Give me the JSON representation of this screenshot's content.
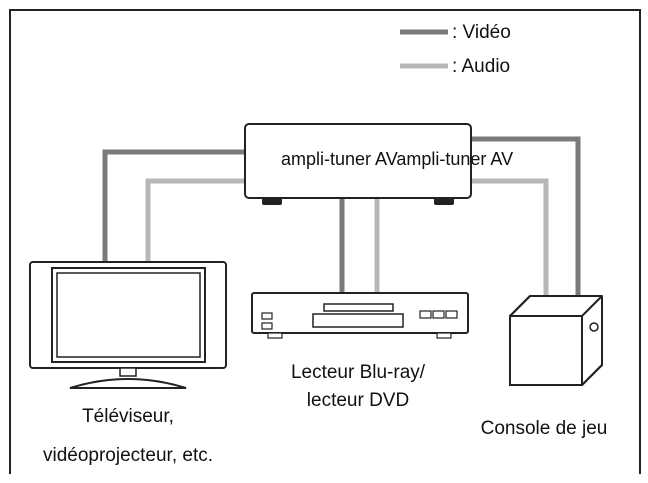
{
  "legend": {
    "video_label": ": Vidéo",
    "audio_label": ": Audio"
  },
  "colors": {
    "video": "#7a7a7a",
    "audio": "#b7b7b7",
    "outline": "#222222",
    "background": "#ffffff"
  },
  "amplifier": {
    "label": "ampli-tuner AVampli-tuner AV"
  },
  "devices": {
    "tv": {
      "line1": "Téléviseur,",
      "line2": "vidéoprojecteur, etc."
    },
    "player": {
      "line1": "Lecteur Blu-ray/",
      "line2": "lecteur DVD"
    },
    "console": {
      "line1": "Console de jeu"
    }
  }
}
